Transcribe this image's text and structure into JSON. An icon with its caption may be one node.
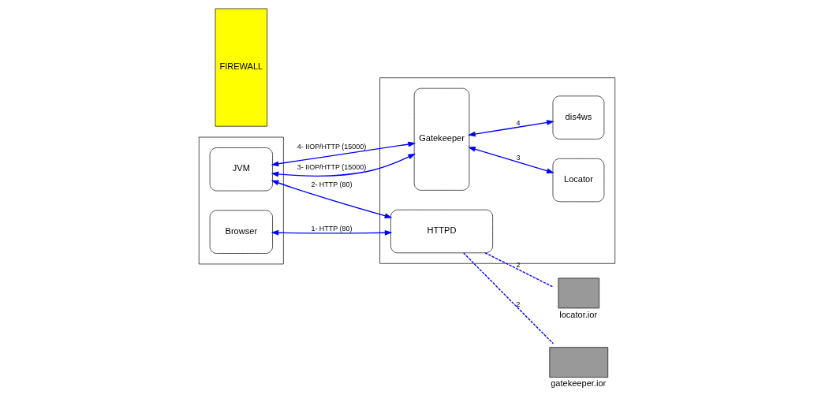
{
  "diagram": {
    "nodes": [
      {
        "text": [],
        "shape": "box"
      },
      {
        "text": [
          "Browser"
        ],
        "in": 0
      },
      {
        "text": [
          "JVM"
        ],
        "in": 0
      },
      {
        "text": [
          "FIREWALL"
        ]
      },
      {
        "text": [],
        "shape": "box"
      },
      {
        "text": [
          "HTTPD"
        ],
        "in": 4
      },
      {
        "text": [
          "Gatekeeper"
        ],
        "in": 4
      },
      {
        "text": [
          "Locator"
        ],
        "in": 4
      },
      {
        "text": [
          "dis4ws"
        ],
        "in": 4
      },
      {
        "text": [
          "locator.ior"
        ]
      },
      {
        "text": [
          "gatekeeper.ior"
        ]
      }
    ],
    "edges": [
      {
        "from": 1,
        "to": 5,
        "arrow": "both",
        "label": "1- HTTP (80)"
      },
      {
        "from": 2,
        "to": 5,
        "arrow": "both",
        "label": "2- HTTP (80)"
      },
      {
        "from": 2,
        "to": 6,
        "arrow": "both",
        "label": "3- IIOP/HTTP (15000)"
      },
      {
        "from": 2,
        "to": 6,
        "arrow": "both",
        "label": "4- IIOP/HTTP (15000)"
      },
      {
        "from": 6,
        "to": 7,
        "arrow": "both",
        "label": "3"
      },
      {
        "from": 6,
        "to": 8,
        "arrow": "both",
        "label": "4"
      },
      {
        "from": 5,
        "to": 9,
        "arrow": "none",
        "style": "dashed",
        "label": "2"
      },
      {
        "from": 5,
        "to": 10,
        "arrow": "none",
        "style": "dashed",
        "label": "2"
      }
    ]
  }
}
